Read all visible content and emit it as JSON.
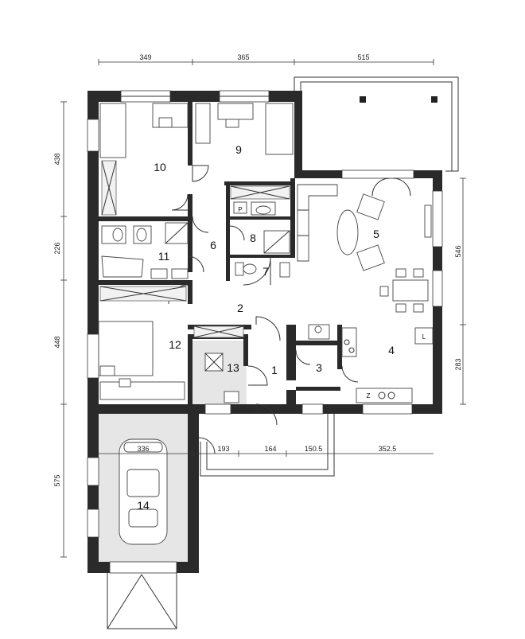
{
  "dimensions": {
    "top": [
      "349",
      "365",
      "515"
    ],
    "left": [
      "438",
      "226",
      "448",
      "575"
    ],
    "right": [
      "546",
      "283"
    ],
    "inner": [
      "336",
      "193",
      "164",
      "150.5",
      "352.5"
    ]
  },
  "rooms": [
    "1",
    "2",
    "3",
    "4",
    "5",
    "6",
    "7",
    "8",
    "9",
    "10",
    "11",
    "12",
    "13",
    "14"
  ],
  "markers": {
    "pantry": "P",
    "fridge": "L",
    "boiler": "Z"
  },
  "colors": {
    "wall": "#2a2a2a",
    "garage_floor": "#e6e6e6"
  }
}
